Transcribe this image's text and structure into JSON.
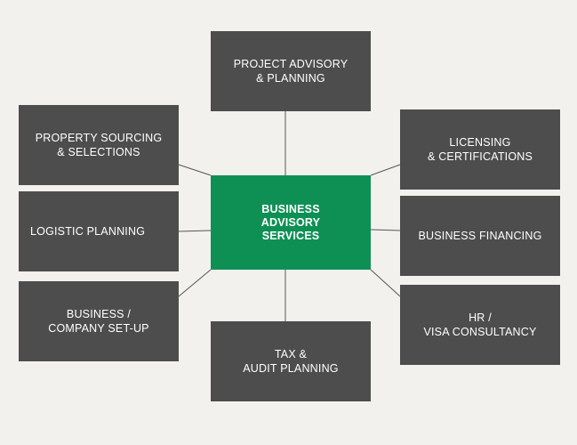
{
  "center": {
    "label": "BUSINESS\nADVISORY\nSERVICES",
    "color": "#0e9055"
  },
  "nodes": {
    "top": "PROJECT ADVISORY\n& PLANNING",
    "left1": "PROPERTY SOURCING\n& SELECTIONS",
    "left2": "LOGISTIC PLANNING",
    "left3": "BUSINESS /\nCOMPANY SET-UP",
    "right1": "LICENSING\n& CERTIFICATIONS",
    "right2": "BUSINESS FINANCING",
    "right3": "HR /\nVISA CONSULTANCY",
    "bottom": "TAX &\nAUDIT PLANNING"
  },
  "colors": {
    "node": "#4d4d4d",
    "background": "#f2f1ee",
    "line": "#555555"
  }
}
